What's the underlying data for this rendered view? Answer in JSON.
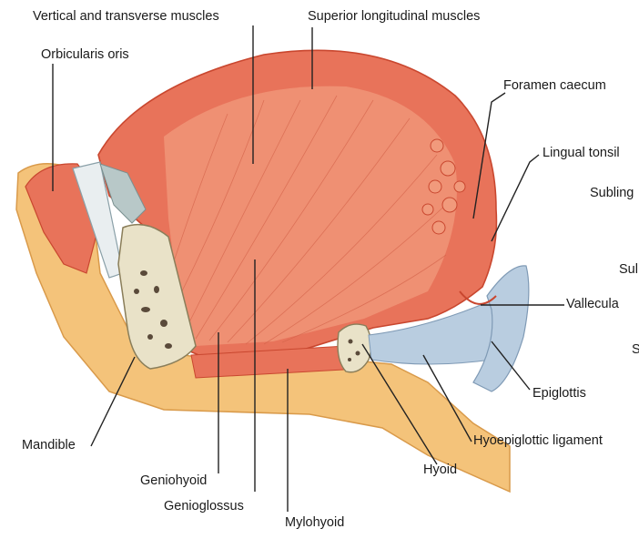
{
  "colors": {
    "muscle": "#e8735a",
    "muscle_light": "#f19a7c",
    "muscle_dark": "#c9472f",
    "fat": "#f4c37a",
    "bone": "#e9e2c8",
    "ligament": "#b9cde0",
    "tooth": "#e9eef0",
    "leader": "#222222"
  },
  "labels": {
    "vertical_transverse": "Vertical and transverse muscles",
    "superior_longitudinal": "Superior longitudinal muscles",
    "orbicularis_oris": "Orbicularis oris",
    "foramen_caecum": "Foramen caecum",
    "lingual_tonsil": "Lingual tonsil",
    "sublingual_cut": "Subling",
    "sub_cut": "Sul",
    "vallecula": "Vallecula",
    "s_cut": "S",
    "epiglottis": "Epiglottis",
    "hyoepiglottic_ligament": "Hyoepiglottic ligament",
    "mandible": "Mandible",
    "geniohyoid": "Geniohyoid",
    "genioglossus": "Genioglossus",
    "mylohyoid": "Mylohyoid",
    "hyoid": "Hyoid"
  }
}
